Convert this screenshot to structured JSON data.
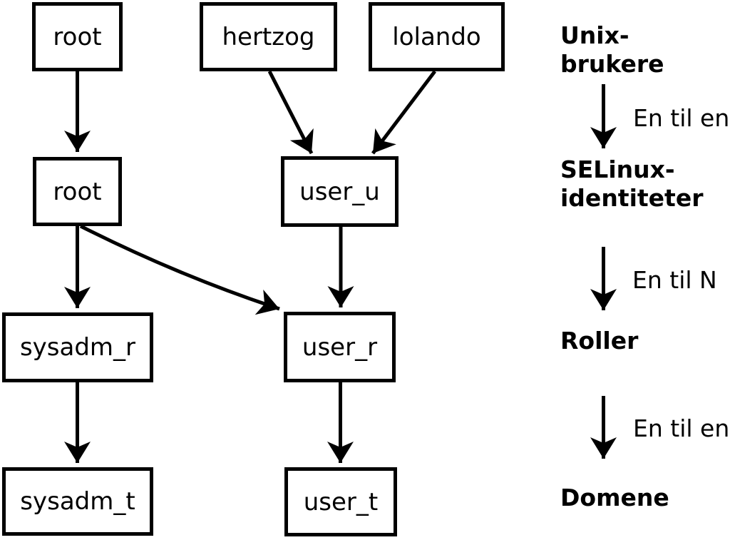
{
  "colors": {
    "foreground": "#000000",
    "background": "#ffffff"
  },
  "nodes": {
    "root_unix": {
      "label": "root"
    },
    "hertzog": {
      "label": "hertzog"
    },
    "lolando": {
      "label": "lolando"
    },
    "root_selinux": {
      "label": "root"
    },
    "user_u": {
      "label": "user_u"
    },
    "sysadm_r": {
      "label": "sysadm_r"
    },
    "user_r": {
      "label": "user_r"
    },
    "sysadm_t": {
      "label": "sysadm_t"
    },
    "user_t": {
      "label": "user_t"
    }
  },
  "edges": [
    {
      "from": "root_unix",
      "to": "root_selinux"
    },
    {
      "from": "hertzog",
      "to": "user_u"
    },
    {
      "from": "lolando",
      "to": "user_u"
    },
    {
      "from": "root_selinux",
      "to": "sysadm_r"
    },
    {
      "from": "root_selinux",
      "to": "user_r"
    },
    {
      "from": "user_u",
      "to": "user_r"
    },
    {
      "from": "sysadm_r",
      "to": "sysadm_t"
    },
    {
      "from": "user_r",
      "to": "user_t"
    }
  ],
  "legend": {
    "level_unix_users": "Unix-brukere",
    "relation_users_to_identities": "En til en",
    "level_selinux_identities": "SELinux-\nidentiteter",
    "relation_identities_to_roles": "En til N",
    "level_roles": "Roller",
    "relation_roles_to_domains": "En til en",
    "level_domains": "Domene"
  }
}
